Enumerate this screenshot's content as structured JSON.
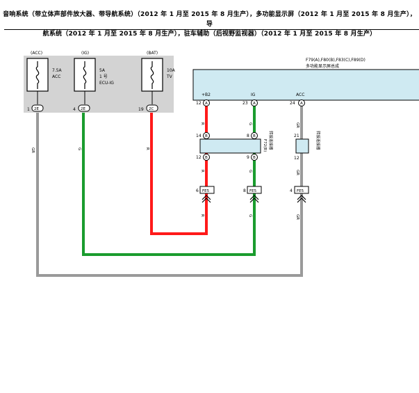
{
  "title": {
    "line1": "音响系统（带立体声部件放大器、带导航系统）（2012 年 1 月至 2015 年 8 月生产），多功能显示屏（2012 年 1 月至 2015 年 8 月生产），导",
    "line2": "航系统（2012 年 1 月至 2015 年 8 月生产），驻车辅助（后视野监视器）（2012 年 1 月至 2015 年 8 月生产）"
  },
  "fuses": [
    {
      "power": "(ACC)",
      "rating": "7.5A",
      "name": "ACC",
      "name2": "",
      "name3": "",
      "pin": "1",
      "conn": "2E"
    },
    {
      "power": "(IG)",
      "rating": "5A",
      "name": "1 号",
      "name2": "ECU-IG",
      "name3": "",
      "pin": "4",
      "conn": "2E"
    },
    {
      "power": "(BAT)",
      "rating": "10A",
      "name": "TV",
      "name2": "",
      "name3": "",
      "pin": "19",
      "conn": "2C"
    }
  ],
  "display": {
    "connectors": "F79(A),F80(B),F83(C),F89(D)",
    "name": "多功能显示屏总成",
    "terminals": [
      {
        "label": "+B2",
        "pin": "12",
        "conn": "A"
      },
      {
        "label": "IG",
        "pin": "23",
        "conn": "A"
      },
      {
        "label": "ACC",
        "pin": "24",
        "conn": "A"
      }
    ]
  },
  "junction": {
    "label1": "F72(B)",
    "label2": "转接连接器",
    "pins_top": [
      {
        "pin": "14",
        "conn": "B"
      },
      {
        "pin": "8",
        "conn": "B"
      }
    ],
    "pins_bottom": [
      {
        "pin": "12",
        "conn": "B"
      },
      {
        "pin": "9",
        "conn": "B"
      }
    ]
  },
  "junction2": {
    "label": "转接连接器",
    "pin_top": "21",
    "pin_bottom": "12"
  },
  "lower_connectors": [
    {
      "pin": "6",
      "conn": "FE5"
    },
    {
      "pin": "8",
      "conn": "FE5"
    },
    {
      "pin": "4",
      "conn": "FE5"
    }
  ],
  "wire_colors": {
    "red": {
      "hex": "#ff1a1a",
      "label": "R"
    },
    "green": {
      "hex": "#1a9c2e",
      "label": "G"
    },
    "gray": {
      "hex": "#9a9a9a",
      "label": "GR"
    }
  },
  "colors": {
    "fuse_box": "#d3d3d3",
    "module": "#cfeaf2"
  }
}
